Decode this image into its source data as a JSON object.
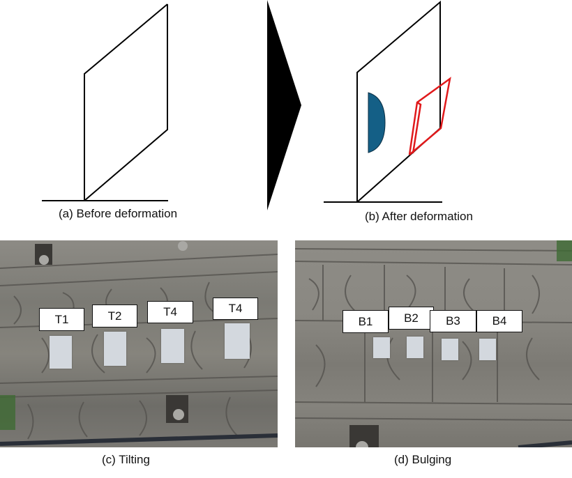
{
  "diagram": {
    "caption_a": "(a) Before deformation",
    "caption_b": "(b) After deformation",
    "colors": {
      "line": "#000000",
      "bulge": "#145f86",
      "tilt": "#e0191b"
    }
  },
  "photos": {
    "tilting": {
      "caption": "(c) Tilting",
      "labels": [
        "T1",
        "T2",
        "T4",
        "T4"
      ]
    },
    "bulging": {
      "caption": "(d) Bulging",
      "labels": [
        "B1",
        "B2",
        "B3",
        "B4"
      ]
    }
  }
}
